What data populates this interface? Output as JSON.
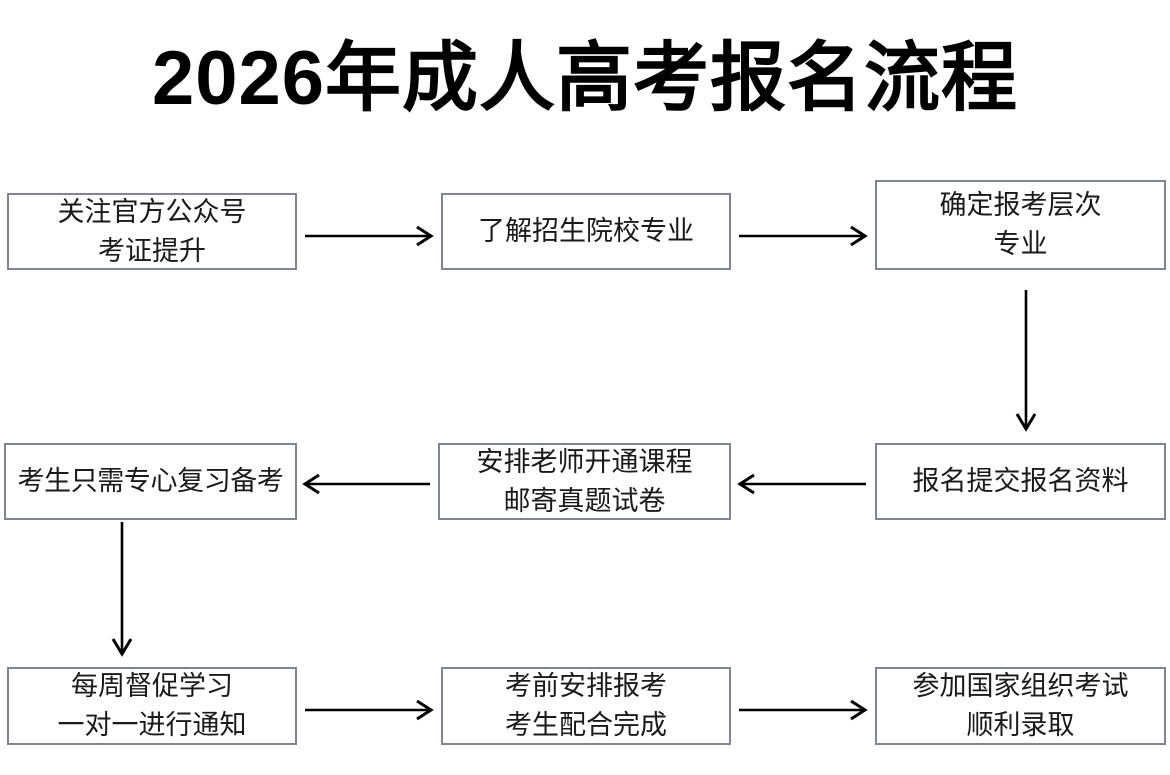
{
  "page": {
    "title": "2026年成人高考报名流程",
    "background_color": "#ffffff",
    "box_border_color": "#808691",
    "arrow_color": "#000000",
    "text_color": "#1a1a1a"
  },
  "chart_data": {
    "type": "diagram",
    "diagram_type": "flowchart",
    "title": "2026年成人高考报名流程",
    "layout": "3 rows x 3 columns, serpentine (boustrophedon) flow: row 1 left-to-right, row 2 right-to-left, row 3 left-to-right",
    "nodes": [
      {
        "id": "n1",
        "row": 1,
        "col": 1,
        "lines": [
          "关注官方公众号",
          "考证提升"
        ]
      },
      {
        "id": "n2",
        "row": 1,
        "col": 2,
        "lines": [
          "了解招生院校专业"
        ]
      },
      {
        "id": "n3",
        "row": 1,
        "col": 3,
        "lines": [
          "确定报考层次",
          "专业"
        ]
      },
      {
        "id": "n4",
        "row": 2,
        "col": 3,
        "lines": [
          "报名提交报名资料"
        ]
      },
      {
        "id": "n5",
        "row": 2,
        "col": 2,
        "lines": [
          "安排老师开通课程",
          "邮寄真题试卷"
        ]
      },
      {
        "id": "n6",
        "row": 2,
        "col": 1,
        "lines": [
          "考生只需专心复习备考"
        ]
      },
      {
        "id": "n7",
        "row": 3,
        "col": 1,
        "lines": [
          "每周督促学习",
          "一对一进行通知"
        ]
      },
      {
        "id": "n8",
        "row": 3,
        "col": 2,
        "lines": [
          "考前安排报考",
          "考生配合完成"
        ]
      },
      {
        "id": "n9",
        "row": 3,
        "col": 3,
        "lines": [
          "参加国家组织考试",
          "顺利录取"
        ]
      }
    ],
    "edges": [
      {
        "from": "n1",
        "to": "n2",
        "direction": "right"
      },
      {
        "from": "n2",
        "to": "n3",
        "direction": "right"
      },
      {
        "from": "n3",
        "to": "n4",
        "direction": "down"
      },
      {
        "from": "n4",
        "to": "n5",
        "direction": "left"
      },
      {
        "from": "n5",
        "to": "n6",
        "direction": "left"
      },
      {
        "from": "n6",
        "to": "n7",
        "direction": "down"
      },
      {
        "from": "n7",
        "to": "n8",
        "direction": "right"
      },
      {
        "from": "n8",
        "to": "n9",
        "direction": "right"
      }
    ]
  },
  "nodes": {
    "n1": {
      "line1": "关注官方公众号",
      "line2": "考证提升"
    },
    "n2": {
      "line1": "了解招生院校专业"
    },
    "n3": {
      "line1": "确定报考层次",
      "line2": "专业"
    },
    "n4": {
      "line1": "报名提交报名资料"
    },
    "n5": {
      "line1": "安排老师开通课程",
      "line2": "邮寄真题试卷"
    },
    "n6": {
      "line1": "考生只需专心复习备考"
    },
    "n7": {
      "line1": "每周督促学习",
      "line2": "一对一进行通知"
    },
    "n8": {
      "line1": "考前安排报考",
      "line2": "考生配合完成"
    },
    "n9": {
      "line1": "参加国家组织考试",
      "line2": "顺利录取"
    }
  }
}
